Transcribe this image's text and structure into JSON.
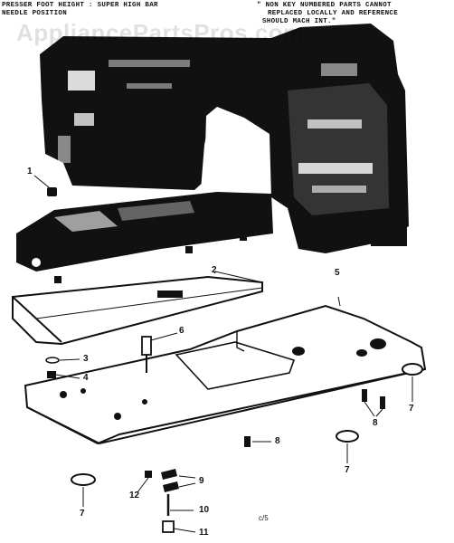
{
  "header": {
    "left_line1": "PRESSER FOOT HEIGHT : SUPER HIGH BAR",
    "left_line2": "NEEDLE POSITION",
    "right_line1": "\" NON KEY NUMBERED PARTS CANNOT",
    "right_line2": "REPLACED LOCALLY AND REFERENCE",
    "right_line3": "SHOULD          MACH           INT.\""
  },
  "watermark": "AppliancePartsPros.com",
  "callouts": [
    "1",
    "2",
    "3",
    "4",
    "5",
    "6",
    "7",
    "7",
    "7",
    "8",
    "8",
    "9",
    "10",
    "11",
    "12"
  ],
  "drawing_code": "c/5",
  "colors": {
    "ink": "#111111",
    "paper": "#ffffff"
  }
}
